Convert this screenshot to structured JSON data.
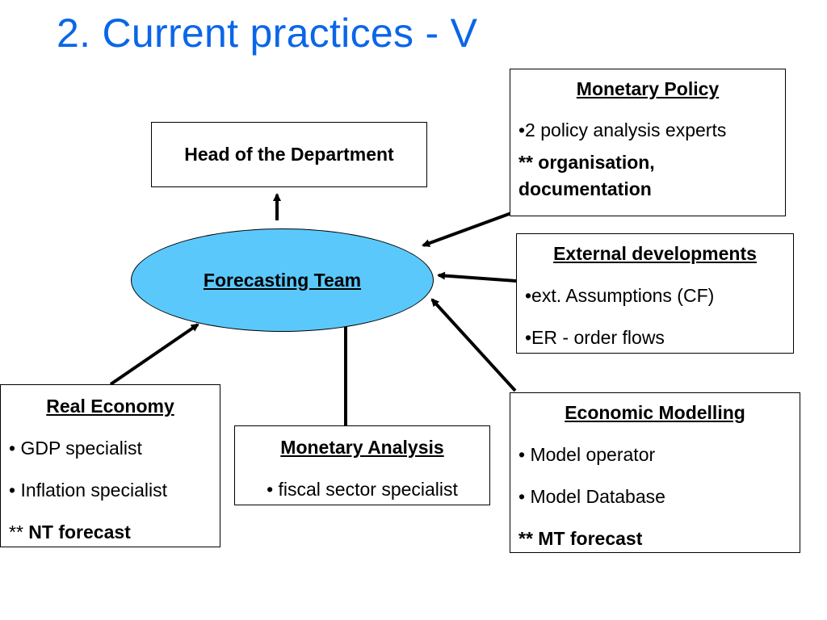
{
  "slide": {
    "title": "2. Current practices - V"
  },
  "head_department": {
    "label": "Head of the Department"
  },
  "forecasting_team": {
    "label": "Forecasting Team"
  },
  "monetary_policy": {
    "heading": "Monetary Policy",
    "items": [
      "•2 policy analysis experts"
    ],
    "note_prefix": "** ",
    "note": "organisation, documentation"
  },
  "external_developments": {
    "heading": "External developments",
    "items": [
      "•ext. Assumptions (CF)",
      "•ER - order flows"
    ]
  },
  "real_economy": {
    "heading": "Real Economy",
    "items": [
      "• GDP specialist",
      "• Inflation specialist"
    ],
    "note_prefix": "** ",
    "note": "NT forecast"
  },
  "monetary_analysis": {
    "heading": "Monetary Analysis",
    "items": [
      "• fiscal sector specialist"
    ]
  },
  "economic_modelling": {
    "heading": "Economic Modelling",
    "items": [
      "• Model operator",
      "• Model Database"
    ],
    "note_prefix": "** ",
    "note": "MT forecast"
  },
  "colors": {
    "title": "#0a66e8",
    "team_fill": "#5bc8fc",
    "stroke": "#000000"
  }
}
